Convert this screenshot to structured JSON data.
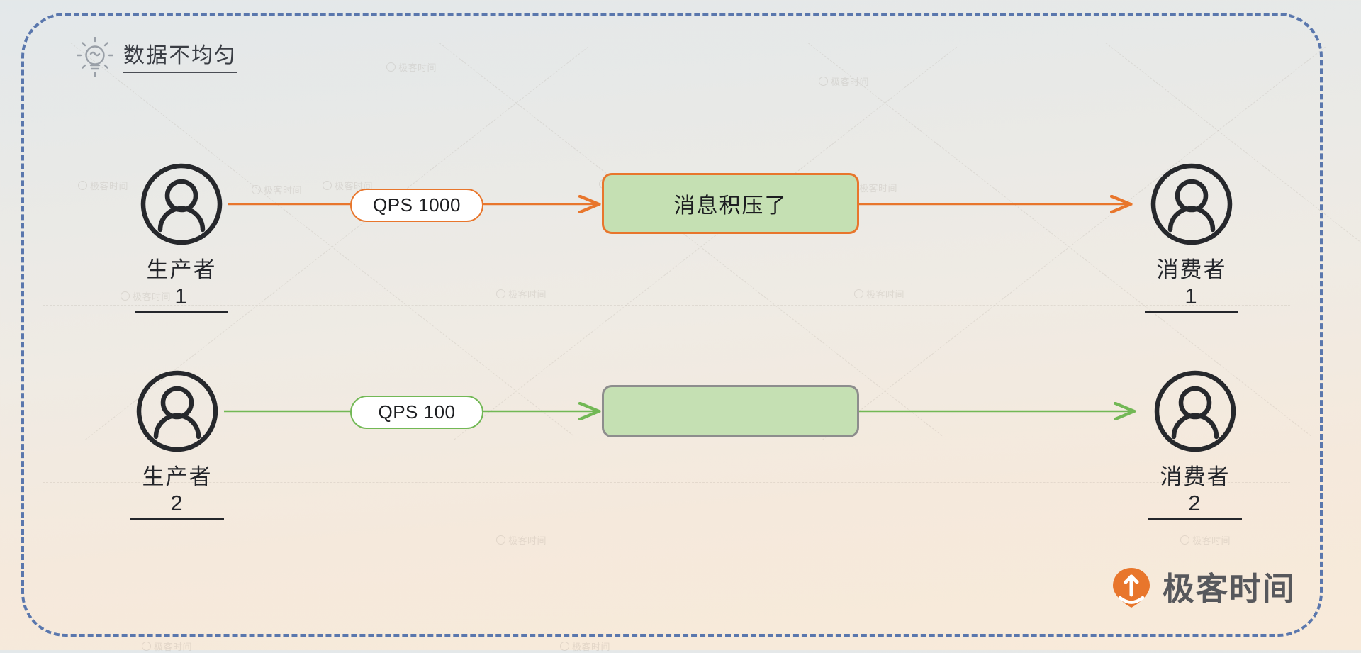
{
  "title": {
    "text": "数据不均匀",
    "icon": "lightbulb-icon"
  },
  "frame": {
    "border_color": "#5a77ad",
    "style": "dashed"
  },
  "nodes": {
    "producers": [
      {
        "label": "生产者 1",
        "icon": "person-icon"
      },
      {
        "label": "生产者 2",
        "icon": "person-icon"
      }
    ],
    "consumers": [
      {
        "label": "消费者 1",
        "icon": "person-icon"
      },
      {
        "label": "消费者 2",
        "icon": "person-icon"
      }
    ]
  },
  "flows": [
    {
      "rate_label": "QPS 1000",
      "queue_label": "消息积压了",
      "accent": "#e8762c",
      "queue_fill": "#c5e0b3",
      "queue_border": "#e8762c"
    },
    {
      "rate_label": "QPS 100",
      "queue_label": "",
      "accent": "#72b855",
      "queue_fill": "#c5e0b3",
      "queue_border": "#8d8d8d"
    }
  ],
  "logo": {
    "text": "极客时间",
    "icon": "geektime-pin-icon",
    "color": "#e8762c"
  },
  "watermarks": {
    "text": "极客时间",
    "count": 14
  }
}
